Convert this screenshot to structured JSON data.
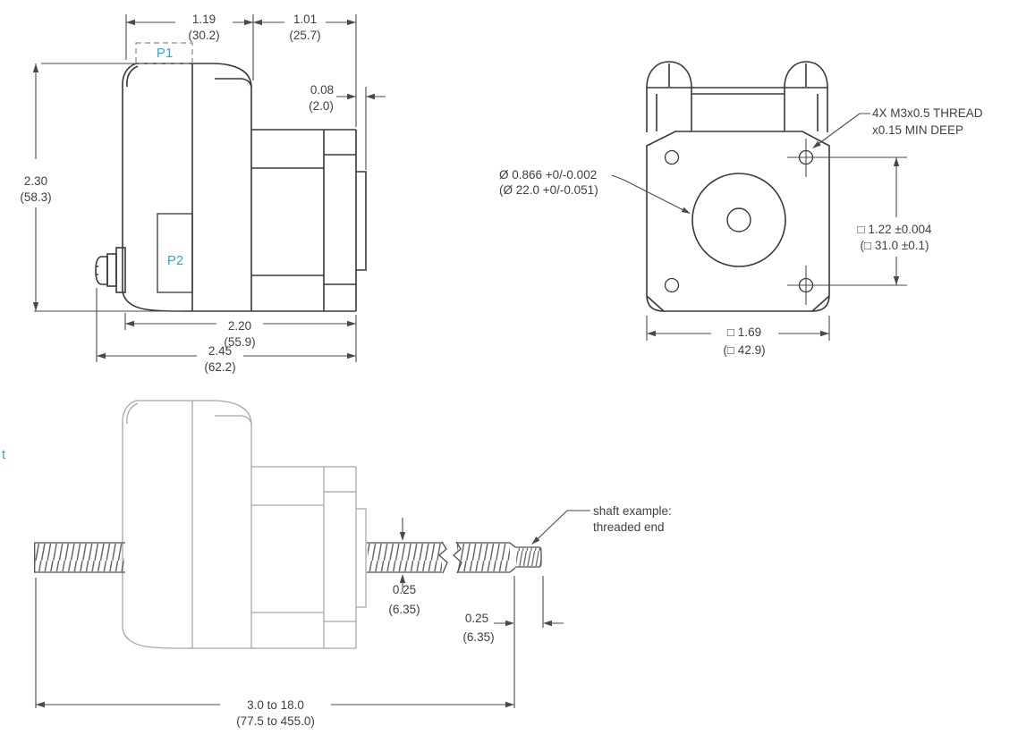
{
  "colors": {
    "object_line": "#383838",
    "dimension_line": "#4a4a4a",
    "light_view_line": "#a8a8a8",
    "screw_line": "#4f4f4f",
    "text": "#3f3f3f",
    "accent_cyan": "#31a7dd",
    "dashed_gray": "#8f8f8f",
    "background": "#ffffff"
  },
  "side_view": {
    "p1_label": "P1",
    "p2_label": "P2",
    "dim_housing_width": {
      "in": "1.19",
      "mm": "(30.2)"
    },
    "dim_motor_length": {
      "in": "1.01",
      "mm": "(25.7)"
    },
    "dim_pilot_depth": {
      "in": "0.08",
      "mm": "(2.0)"
    },
    "dim_height": {
      "in": "2.30",
      "mm": "(58.3)"
    },
    "dim_body_length": {
      "in": "2.20",
      "mm": "(55.9)"
    },
    "dim_overall_length": {
      "in": "2.45",
      "mm": "(62.2)"
    }
  },
  "front_view": {
    "thread_note_line1": "4X M3x0.5 THREAD",
    "thread_note_line2": "x0.15 MIN DEEP",
    "pilot_dia_line1": "Ø 0.866 +0/-0.002",
    "pilot_dia_line2": "(Ø 22.0 +0/-0.051)",
    "bolt_spacing_line1": "□ 1.22 ±0.004",
    "bolt_spacing_line2": "(□ 31.0 ±0.1)",
    "flange_size_line1": "□ 1.69",
    "flange_size_line2": "(□ 42.9)"
  },
  "shaft_view": {
    "left_edge_label": "t",
    "dim_screw_dia": {
      "in": "0.25",
      "mm": "(6.35)"
    },
    "dim_thread_end_length": {
      "in": "0.25",
      "mm": "(6.35)"
    },
    "dim_screw_length": {
      "in": "3.0 to 18.0",
      "mm": "(77.5 to 455.0)"
    },
    "shaft_note_line1": "shaft example:",
    "shaft_note_line2": "threaded end"
  }
}
